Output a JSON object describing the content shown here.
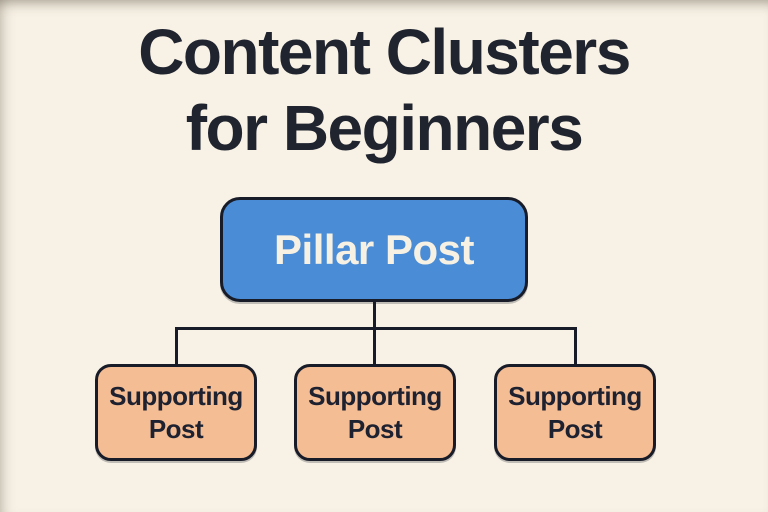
{
  "title": {
    "line1": "Content Clusters",
    "line2": "for Beginners"
  },
  "diagram": {
    "pillar": {
      "label": "Pillar Post"
    },
    "supporting": [
      {
        "label_line1": "Supporting",
        "label_line2": "Post"
      },
      {
        "label_line1": "Supporting",
        "label_line2": "Post"
      },
      {
        "label_line1": "Supporting",
        "label_line2": "Post"
      }
    ]
  },
  "colors": {
    "background": "#f8f2e6",
    "pillar_fill": "#4a8cd6",
    "pillar_text": "#f7f1e4",
    "supporting_fill": "#f5bd93",
    "outline": "#181c28",
    "title_text": "#20242f"
  }
}
